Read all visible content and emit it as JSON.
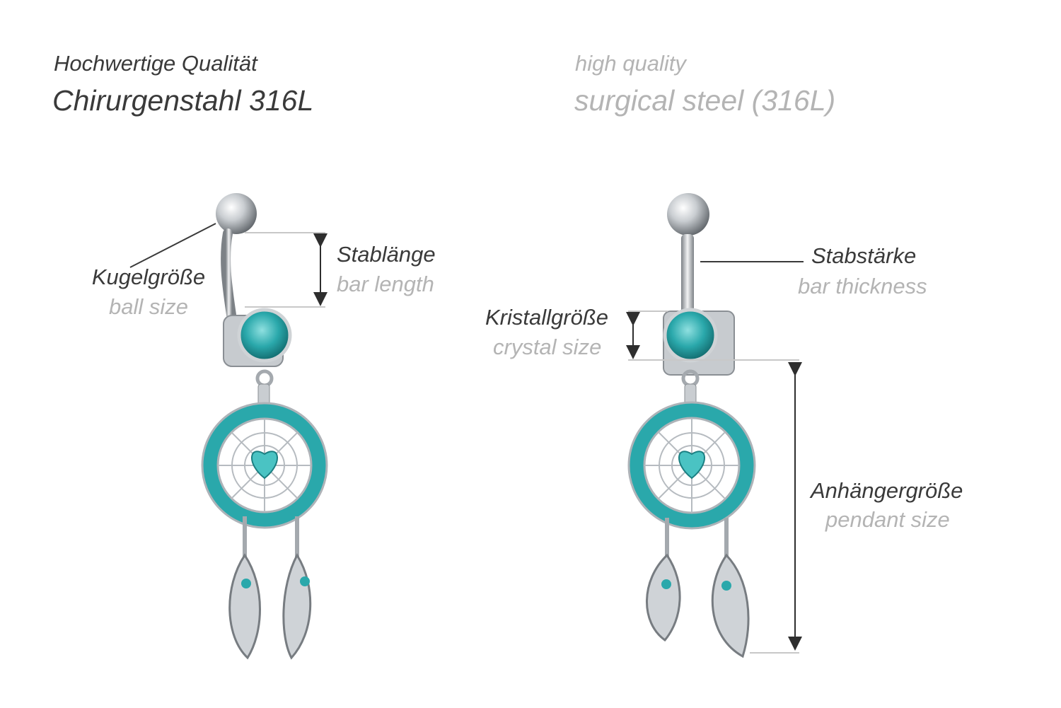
{
  "header": {
    "de_subtitle": "Hochwertige Qualität",
    "de_title": "Chirurgenstahl 316L",
    "en_subtitle": "high quality",
    "en_title": "surgical steel (316L)"
  },
  "labels": {
    "ball_de": "Kugelgröße",
    "ball_en": "ball size",
    "bar_length_de": "Stablänge",
    "bar_length_en": "bar length",
    "bar_thickness_de": "Stabstärke",
    "bar_thickness_en": "bar thickness",
    "crystal_de": "Kristallgröße",
    "crystal_en": "crystal size",
    "pendant_de": "Anhängergröße",
    "pendant_en": "pendant size"
  },
  "colors": {
    "text_dark": "#3a3a3a",
    "text_grey": "#b4b4b4",
    "gem": "#2aa8ab",
    "steel": "#b9bec3",
    "measure_line": "#c8c8c8"
  }
}
